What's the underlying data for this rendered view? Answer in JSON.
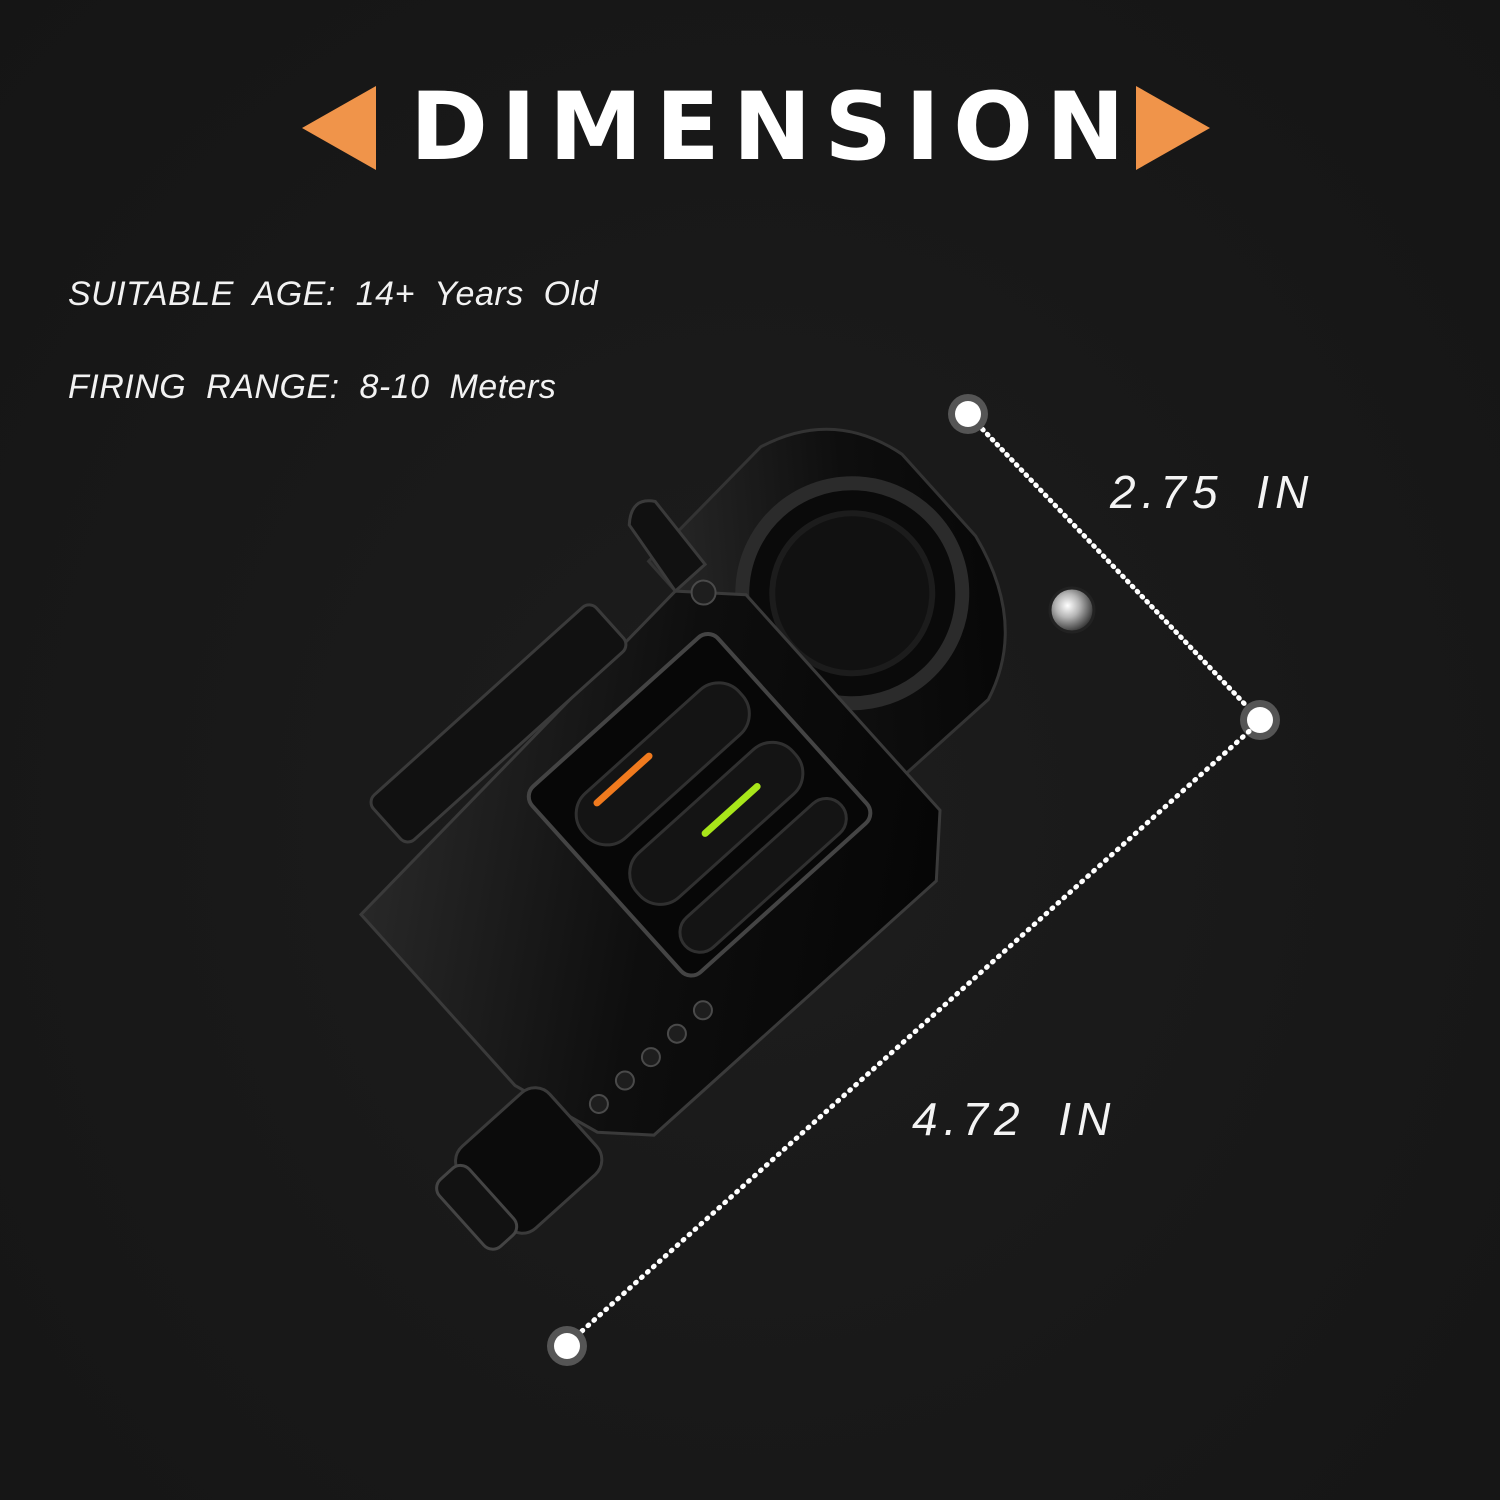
{
  "header": {
    "title": "DIMENSION",
    "accent_color": "#f0944a",
    "left_arrow_icon": "triangle-left-icon",
    "right_arrow_icon": "triangle-right-icon"
  },
  "specs": [
    {
      "label": "SUITABLE AGE:",
      "value": "14+ Years Old",
      "text": "SUITABLE AGE: 14+ Years Old"
    },
    {
      "label": "FIRING RANGE:",
      "value": "8-10 Meters",
      "text": "FIRING RANGE: 8-10 Meters"
    }
  ],
  "dimensions": {
    "width": {
      "value": "2.75",
      "unit": "IN",
      "text": "2.75 IN"
    },
    "length": {
      "value": "4.72",
      "unit": "IN",
      "text": "4.72 IN"
    }
  },
  "product": {
    "name": "mini-blaster-keychain",
    "body_color": "#0d0d0d",
    "accent_orange": "#f07a1e",
    "accent_green": "#a8e61a"
  },
  "colors": {
    "background": "#1a1a1a",
    "text": "#ffffff"
  }
}
